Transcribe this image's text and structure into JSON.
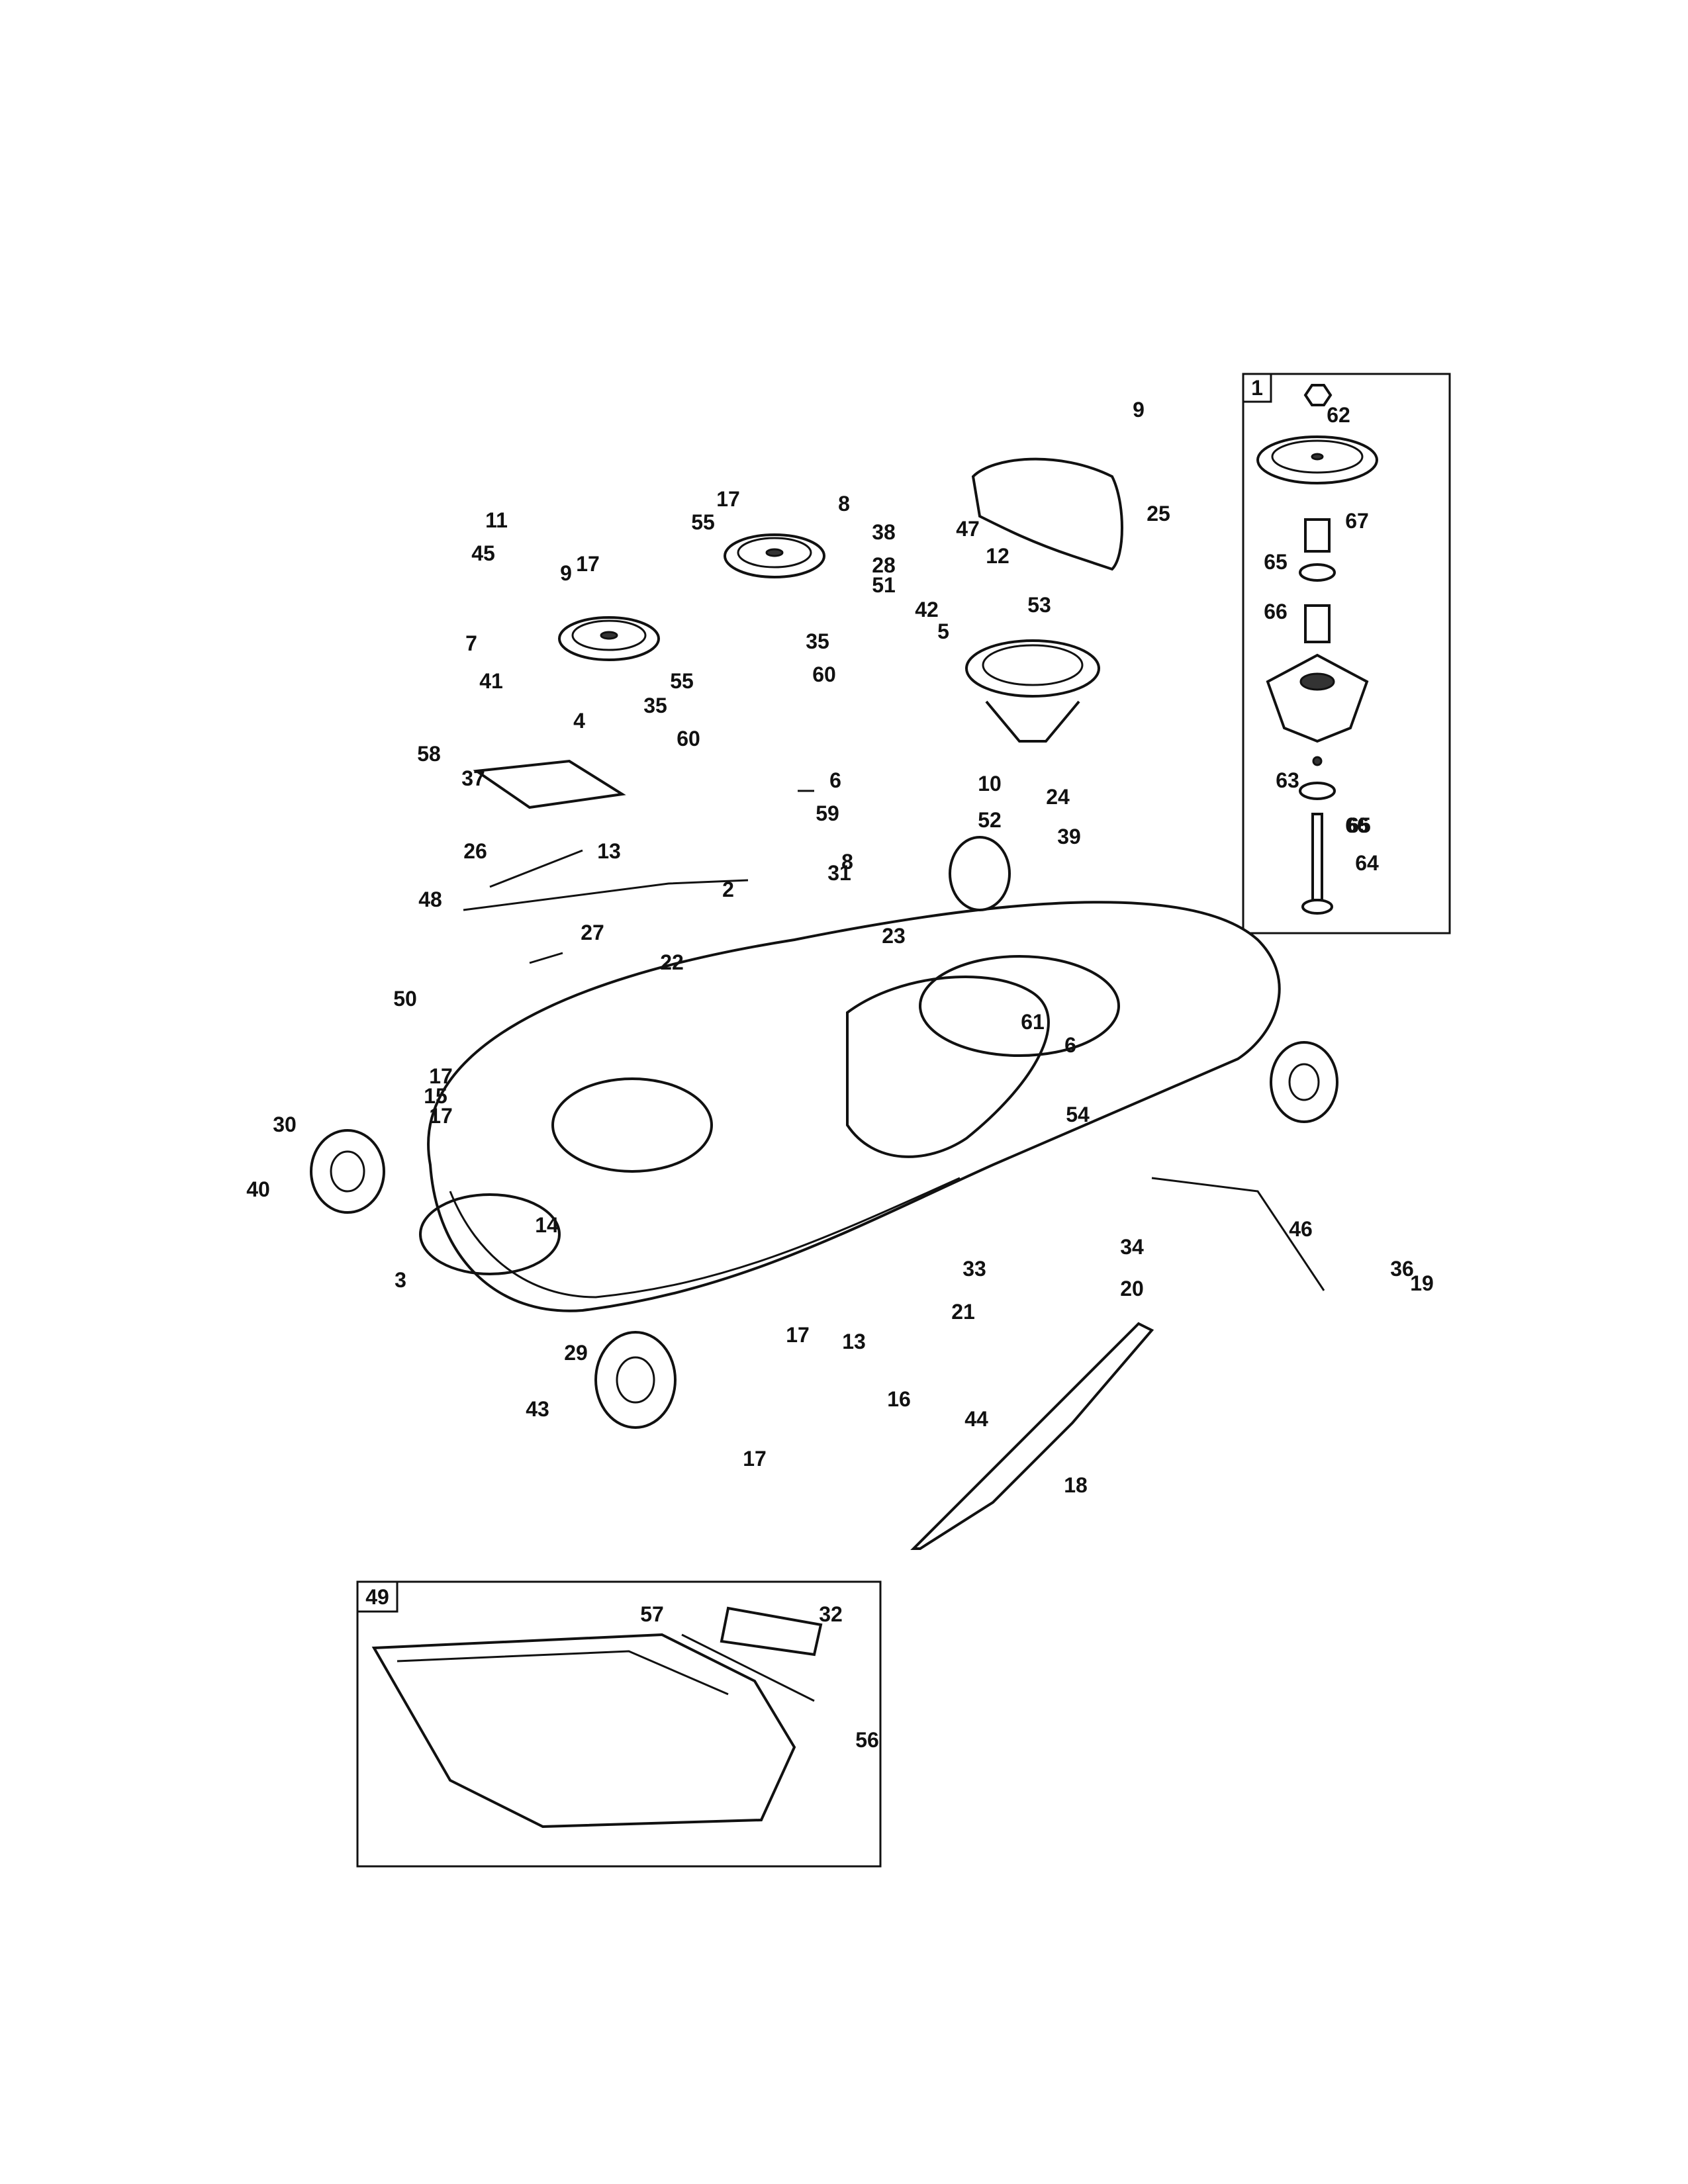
{
  "inset_main": {
    "box_label": "1"
  },
  "inset_bagger": {
    "box_label": "49"
  },
  "callouts": [
    {
      "id": "1"
    },
    {
      "id": "2"
    },
    {
      "id": "3"
    },
    {
      "id": "4"
    },
    {
      "id": "5"
    },
    {
      "id": "6"
    },
    {
      "id": "6"
    },
    {
      "id": "7"
    },
    {
      "id": "8"
    },
    {
      "id": "8"
    },
    {
      "id": "9"
    },
    {
      "id": "9"
    },
    {
      "id": "10"
    },
    {
      "id": "11"
    },
    {
      "id": "12"
    },
    {
      "id": "13"
    },
    {
      "id": "13"
    },
    {
      "id": "14"
    },
    {
      "id": "15"
    },
    {
      "id": "16"
    },
    {
      "id": "17"
    },
    {
      "id": "17"
    },
    {
      "id": "17"
    },
    {
      "id": "17"
    },
    {
      "id": "17"
    },
    {
      "id": "17"
    },
    {
      "id": "18"
    },
    {
      "id": "19"
    },
    {
      "id": "20"
    },
    {
      "id": "21"
    },
    {
      "id": "22"
    },
    {
      "id": "23"
    },
    {
      "id": "24"
    },
    {
      "id": "25"
    },
    {
      "id": "26"
    },
    {
      "id": "27"
    },
    {
      "id": "28"
    },
    {
      "id": "29"
    },
    {
      "id": "30"
    },
    {
      "id": "31"
    },
    {
      "id": "32"
    },
    {
      "id": "33"
    },
    {
      "id": "34"
    },
    {
      "id": "35"
    },
    {
      "id": "35"
    },
    {
      "id": "36"
    },
    {
      "id": "37"
    },
    {
      "id": "38"
    },
    {
      "id": "39"
    },
    {
      "id": "40"
    },
    {
      "id": "41"
    },
    {
      "id": "42"
    },
    {
      "id": "43"
    },
    {
      "id": "44"
    },
    {
      "id": "45"
    },
    {
      "id": "46"
    },
    {
      "id": "47"
    },
    {
      "id": "48"
    },
    {
      "id": "49"
    },
    {
      "id": "50"
    },
    {
      "id": "51"
    },
    {
      "id": "52"
    },
    {
      "id": "53"
    },
    {
      "id": "54"
    },
    {
      "id": "55"
    },
    {
      "id": "55"
    },
    {
      "id": "56"
    },
    {
      "id": "57"
    },
    {
      "id": "58"
    },
    {
      "id": "59"
    },
    {
      "id": "60"
    },
    {
      "id": "60"
    },
    {
      "id": "61"
    },
    {
      "id": "62"
    },
    {
      "id": "63"
    },
    {
      "id": "64"
    },
    {
      "id": "65"
    },
    {
      "id": "65"
    },
    {
      "id": "66"
    },
    {
      "id": "66"
    },
    {
      "id": "67"
    }
  ]
}
